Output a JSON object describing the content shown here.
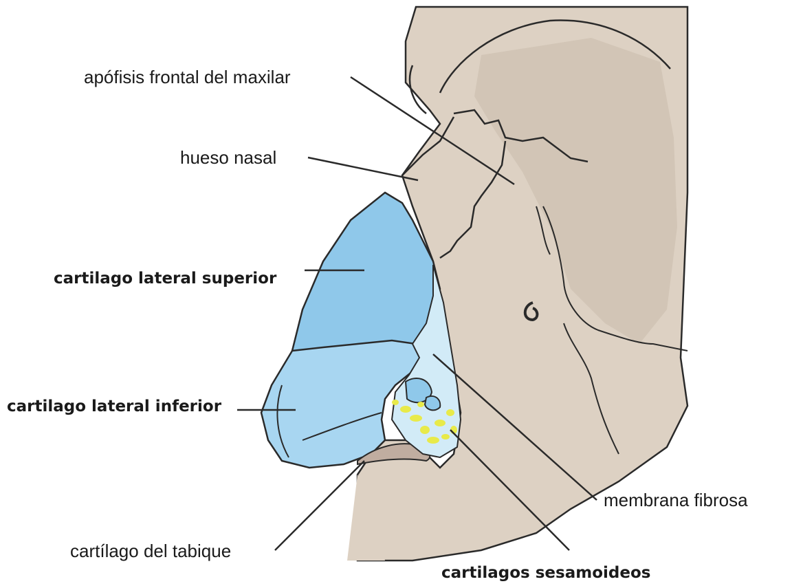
{
  "labels": {
    "frontal_process": "apófisis frontal del maxilar",
    "nasal_bone": "hueso nasal",
    "upper_lateral": "cartilago lateral superior",
    "lower_lateral": "cartilago lateral inferior",
    "fibrous_membrane": "membrana fibrosa",
    "septal_cartilage": "cartílago del tabique",
    "sesamoid": "cartilagos sesamoideos"
  },
  "colors": {
    "skin": "#ddd1c3",
    "skin_shadow": "#c9bbab",
    "cartilage": "#8fc8ea",
    "cartilage_light": "#a8d6f1",
    "membrane": "#d2ebf7",
    "sesamoid": "#e8ea4a",
    "outline": "#2a2a2a"
  }
}
